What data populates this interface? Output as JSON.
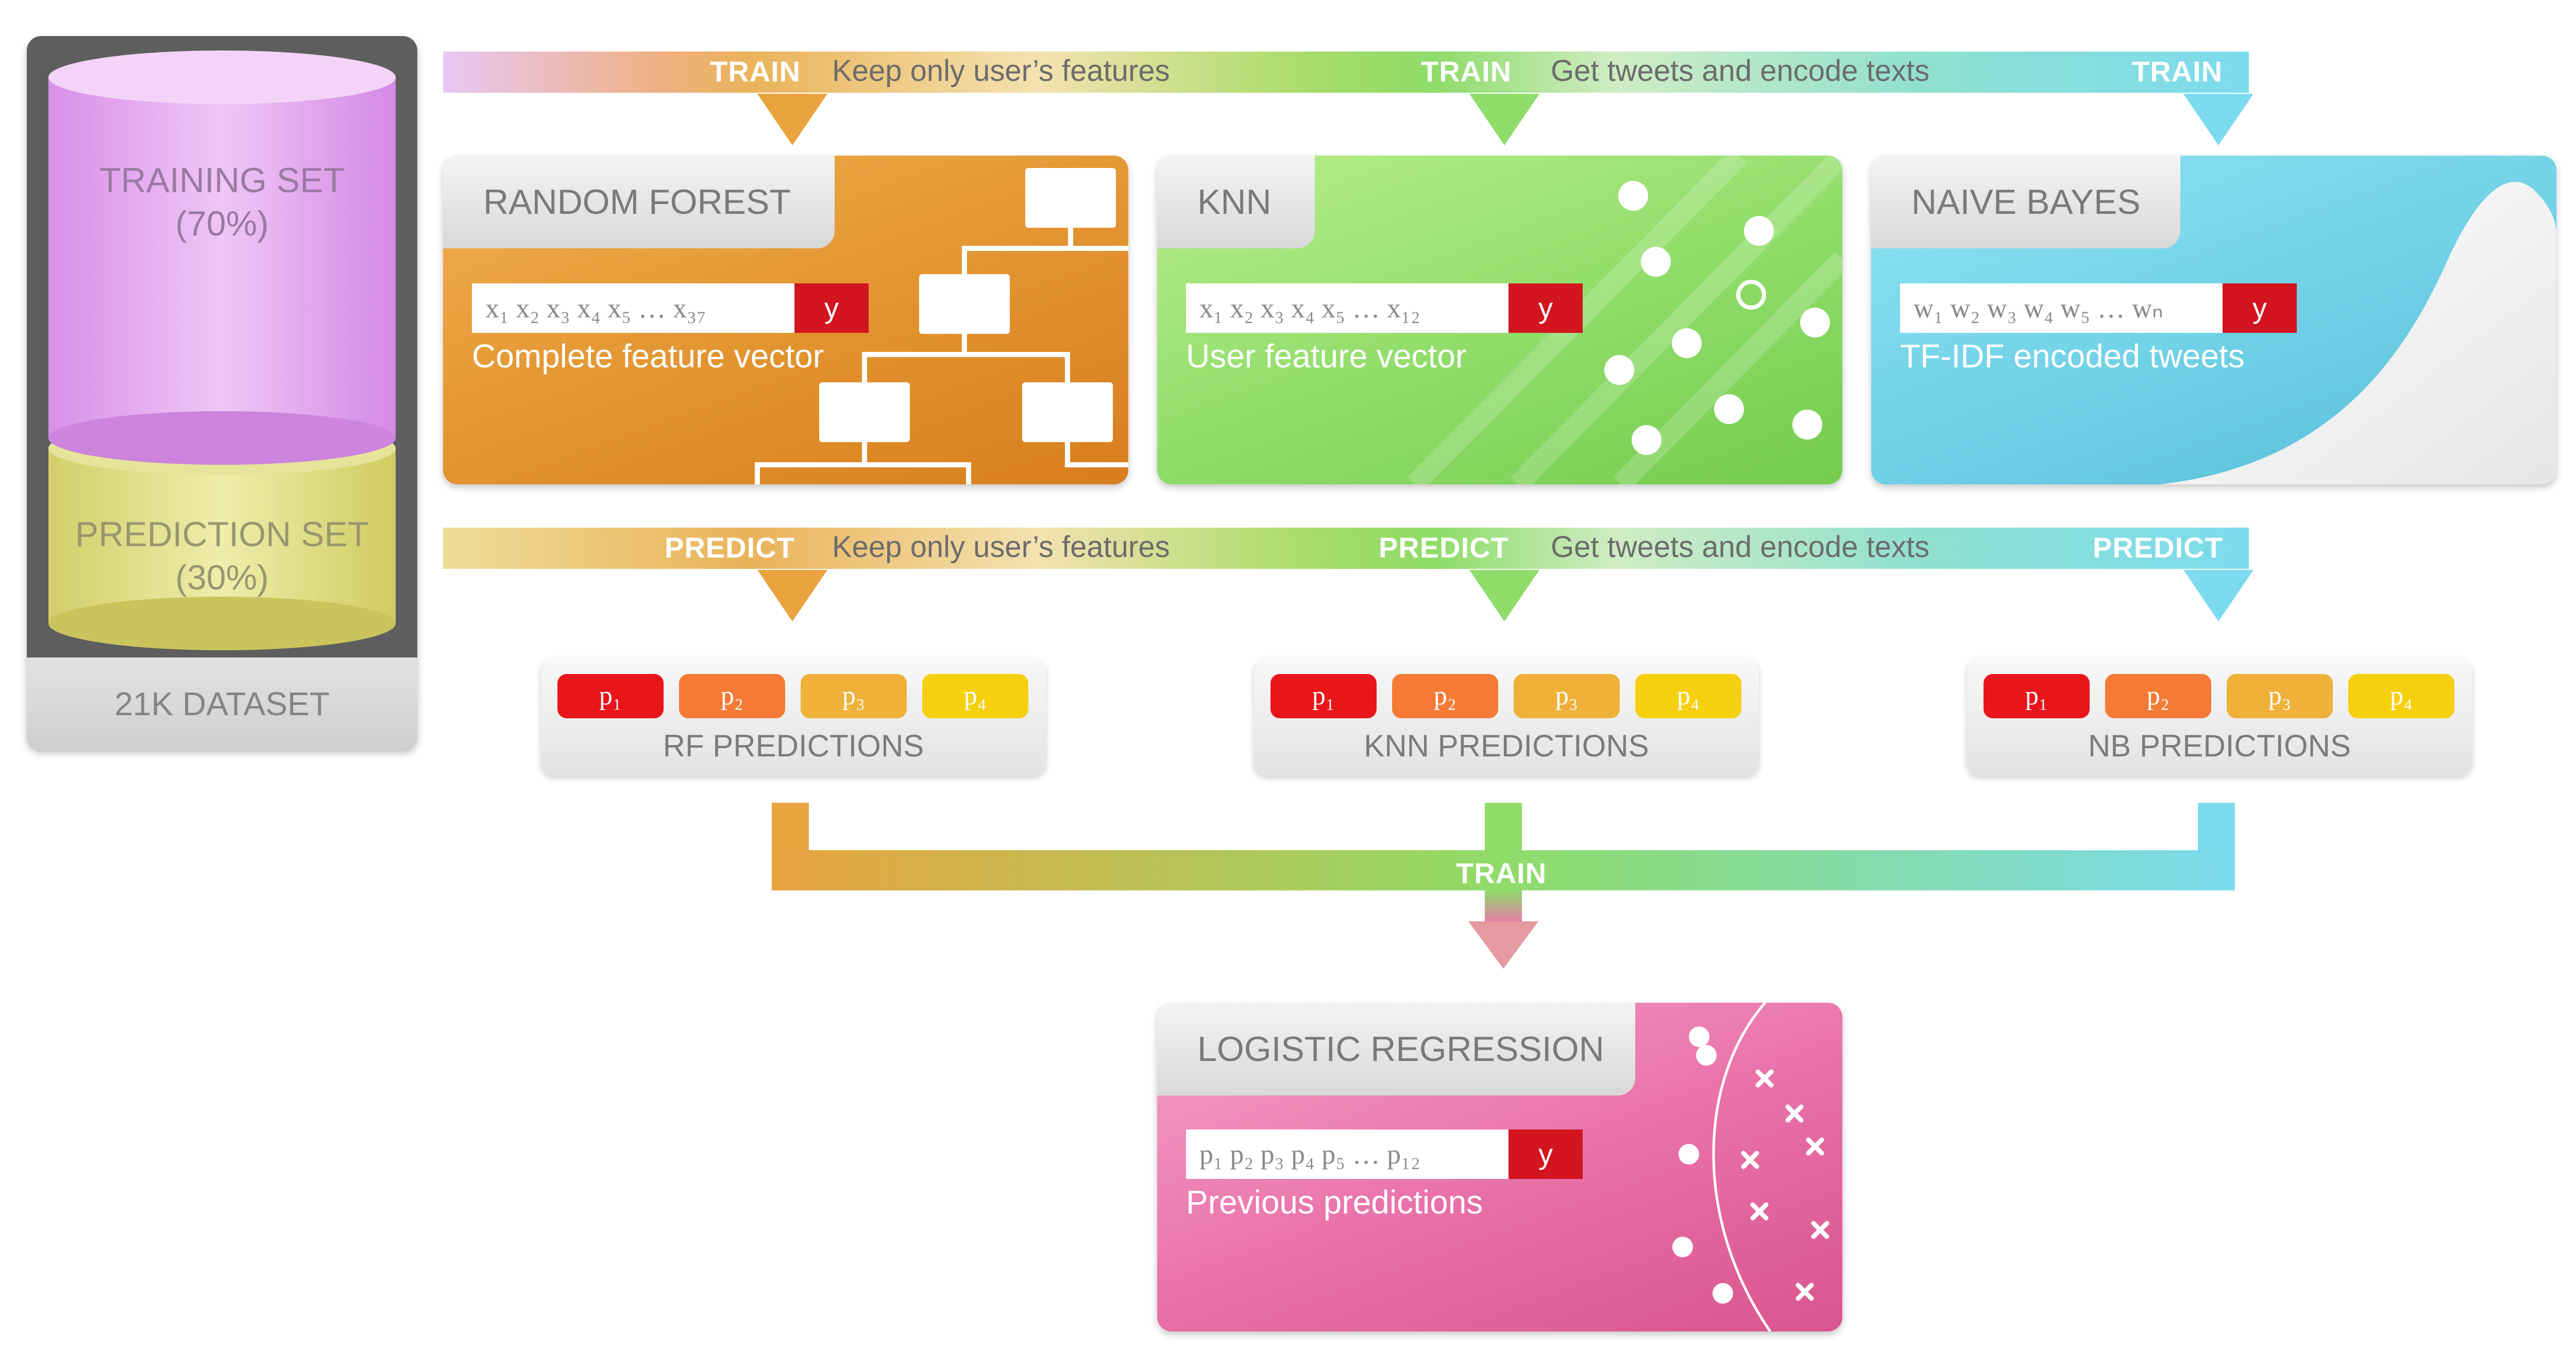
{
  "dataset": {
    "training_label": "TRAINING SET",
    "training_pct": "(70%)",
    "prediction_label": "PREDICTION SET",
    "prediction_pct": "(30%)",
    "footer": "21K DATASET"
  },
  "train_banner": {
    "tags": [
      "TRAIN",
      "TRAIN",
      "TRAIN"
    ],
    "steps": [
      "Keep only user’s features",
      "Get tweets and encode texts"
    ]
  },
  "predict_banner": {
    "tags": [
      "PREDICT",
      "PREDICT",
      "PREDICT"
    ],
    "steps": [
      "Keep only user’s features",
      "Get tweets and encode texts"
    ]
  },
  "models": [
    {
      "title": "RANDOM FOREST",
      "vector": "x₁ x₂ x₃ x₄ x₅ … x₃₇",
      "target": "y",
      "caption": "Complete feature vector",
      "color": "#e9a33f"
    },
    {
      "title": "KNN",
      "vector": "x₁ x₂ x₃ x₄ x₅ … x₁₂",
      "target": "y",
      "caption": "User feature vector",
      "color": "#8fdc6a"
    },
    {
      "title": "NAIVE BAYES",
      "vector": "w₁ w₂ w₃ w₄ w₅ … wₙ",
      "target": "y",
      "caption": "TF-IDF encoded tweets",
      "color": "#6fd0e6"
    }
  ],
  "predictions": [
    {
      "label": "RF PREDICTIONS",
      "pills": [
        "p₁",
        "p₂",
        "p₃",
        "p₄"
      ]
    },
    {
      "label": "KNN PREDICTIONS",
      "pills": [
        "p₁",
        "p₂",
        "p₃",
        "p₄"
      ]
    },
    {
      "label": "NB PREDICTIONS",
      "pills": [
        "p₁",
        "p₂",
        "p₃",
        "p₄"
      ]
    }
  ],
  "pill_colors": [
    "#e8151b",
    "#f47a35",
    "#efb13a",
    "#f6d00f"
  ],
  "merge_tag": "TRAIN",
  "logistic": {
    "title": "LOGISTIC REGRESSION",
    "vector": "p₁ p₂ p₃ p₄ p₅ … p₁₂",
    "target": "y",
    "caption": "Previous predictions",
    "color": "#e86fa8"
  },
  "icons": {
    "tree": "decision-tree-icon",
    "scatter": "scatter-plot-icon",
    "curve": "bell-curve-icon",
    "x": "cross-mark-icon"
  }
}
